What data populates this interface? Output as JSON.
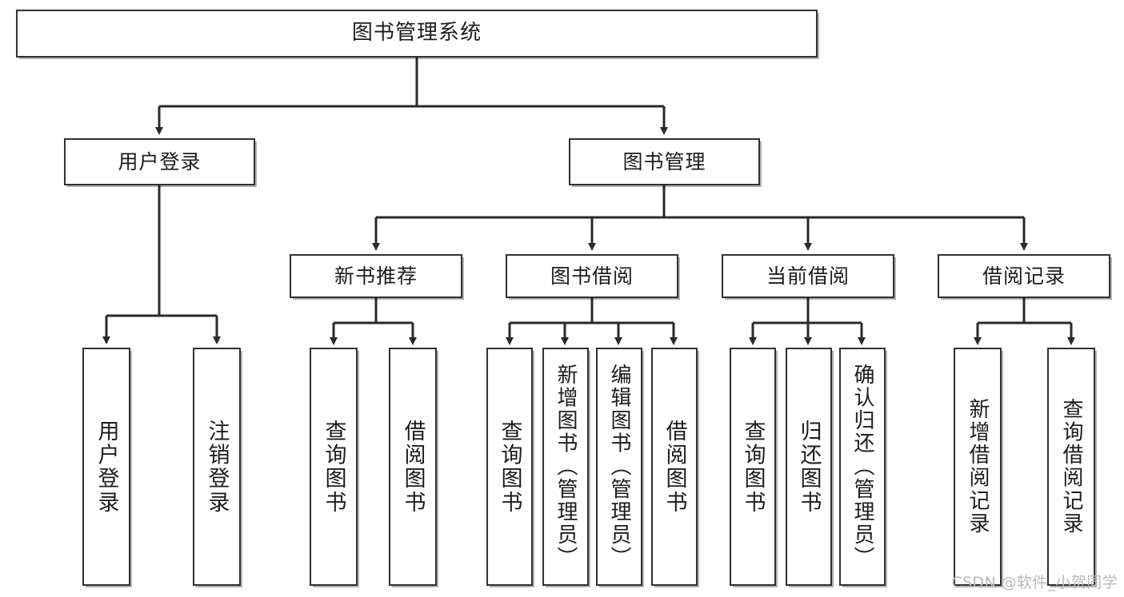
{
  "diagram": {
    "title": "图书管理系统",
    "type": "tree",
    "watermark": "CSDN @软件_小贺同学",
    "colors": {
      "box_border": "#31302f",
      "box_fill": "#ffffff",
      "connector": "#2a2a2a",
      "text": "#1c1c1c",
      "watermark": "#b9b9b9"
    },
    "nodes": {
      "root": {
        "label": "图书管理系统",
        "orientation": "horizontal"
      },
      "level1": [
        {
          "id": "user-login",
          "label": "用户登录",
          "orientation": "horizontal"
        },
        {
          "id": "book-management",
          "label": "图书管理",
          "orientation": "horizontal"
        }
      ],
      "level2": [
        {
          "id": "new-book-recommend",
          "label": "新书推荐",
          "orientation": "horizontal",
          "parent": "book-management"
        },
        {
          "id": "book-borrow",
          "label": "图书借阅",
          "orientation": "horizontal",
          "parent": "book-management"
        },
        {
          "id": "current-borrow",
          "label": "当前借阅",
          "orientation": "horizontal",
          "parent": "book-management"
        },
        {
          "id": "borrow-record",
          "label": "借阅记录",
          "orientation": "horizontal",
          "parent": "book-management"
        }
      ],
      "leaves": [
        {
          "id": "leaf-user-login",
          "label": "用户登录",
          "orientation": "vertical",
          "parent": "user-login"
        },
        {
          "id": "leaf-user-logout",
          "label": "注销登录",
          "orientation": "vertical",
          "parent": "user-login"
        },
        {
          "id": "leaf-query-book-1",
          "label": "查询图书",
          "orientation": "vertical",
          "parent": "new-book-recommend"
        },
        {
          "id": "leaf-borrow-book-1",
          "label": "借阅图书",
          "orientation": "vertical",
          "parent": "new-book-recommend"
        },
        {
          "id": "leaf-query-book-2",
          "label": "查询图书",
          "orientation": "vertical",
          "parent": "book-borrow"
        },
        {
          "id": "leaf-add-book",
          "label": "新增图书（管理员）",
          "orientation": "vertical",
          "parent": "book-borrow"
        },
        {
          "id": "leaf-edit-book",
          "label": "编辑图书（管理员）",
          "orientation": "vertical",
          "parent": "book-borrow"
        },
        {
          "id": "leaf-borrow-book-2",
          "label": "借阅图书",
          "orientation": "vertical",
          "parent": "book-borrow"
        },
        {
          "id": "leaf-query-book-3",
          "label": "查询图书",
          "orientation": "vertical",
          "parent": "current-borrow"
        },
        {
          "id": "leaf-return-book",
          "label": "归还图书",
          "orientation": "vertical",
          "parent": "current-borrow"
        },
        {
          "id": "leaf-confirm-return",
          "label": "确认归还（管理员）",
          "orientation": "vertical",
          "parent": "current-borrow"
        },
        {
          "id": "leaf-add-record",
          "label": "新增借阅记录",
          "orientation": "vertical",
          "parent": "borrow-record"
        },
        {
          "id": "leaf-query-record",
          "label": "查询借阅记录",
          "orientation": "vertical",
          "parent": "borrow-record"
        }
      ]
    }
  }
}
